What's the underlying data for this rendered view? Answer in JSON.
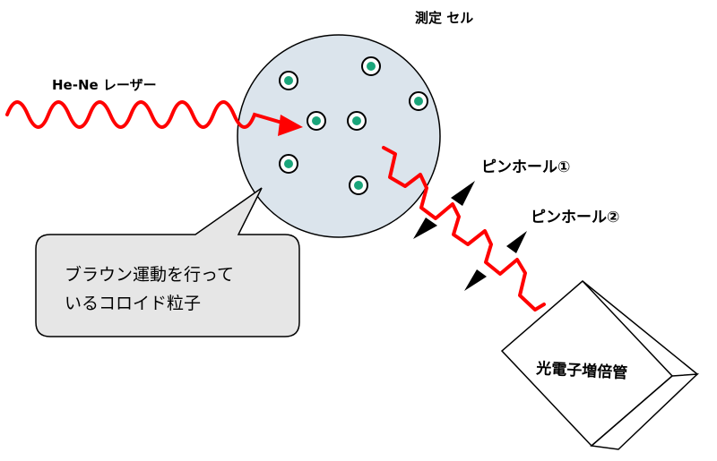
{
  "labels": {
    "laser": "He-Ne レーザー",
    "cell": "測定 セル",
    "pinhole_1": "ピンホール①",
    "pinhole_2": "ピンホール②",
    "detector": "光電子増倍管",
    "callout_line_1": "ブラウン運動を行って",
    "callout_line_2": "いるコロイド粒子"
  },
  "colors": {
    "laser_beam": "#ff0000",
    "cell_fill": "#dbe4ec",
    "particle_core": "#1aa57a",
    "callout_fill": "#e6e6e6",
    "outline": "#000000"
  },
  "icons": {
    "particle": "concentric-circle",
    "pinhole": "triangle-pair",
    "detector": "box"
  }
}
